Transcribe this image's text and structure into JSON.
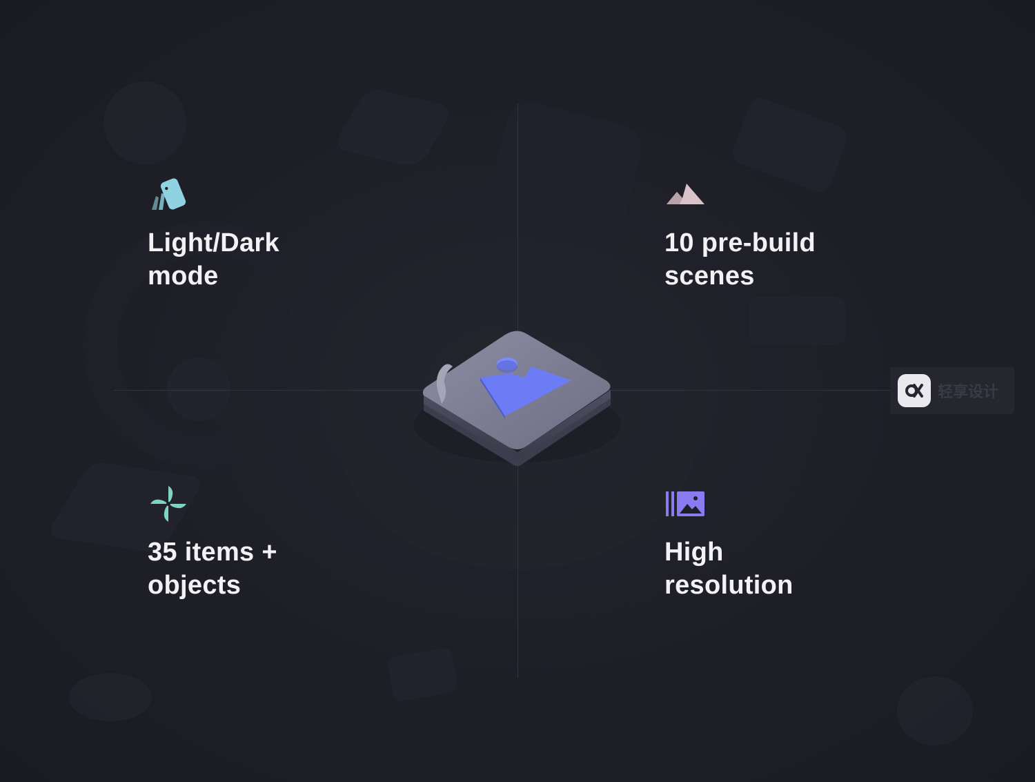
{
  "features": [
    {
      "icon": "color-swatches-icon",
      "line1": "Light/Dark",
      "line2": "mode"
    },
    {
      "icon": "mountains-icon",
      "line1": "10 pre-build",
      "line2": "scenes"
    },
    {
      "icon": "pinwheel-icon",
      "line1": "35 items +",
      "line2": "objects"
    },
    {
      "icon": "image-gallery-icon",
      "line1": "High",
      "line2": "resolution"
    }
  ],
  "center": {
    "icon": "3d-image-icon"
  },
  "watermark": {
    "icon": "brand-logo-icon",
    "text": "轻享设计"
  },
  "colors": {
    "background": "#1f1f27",
    "text": "#f2f2f5",
    "swatch": "#8fd3e3",
    "mountain": "#d9c3c8",
    "pinwheel": "#7fd3c4",
    "gallery": "#8b7af0",
    "accent_blue": "#6b7cf5"
  }
}
